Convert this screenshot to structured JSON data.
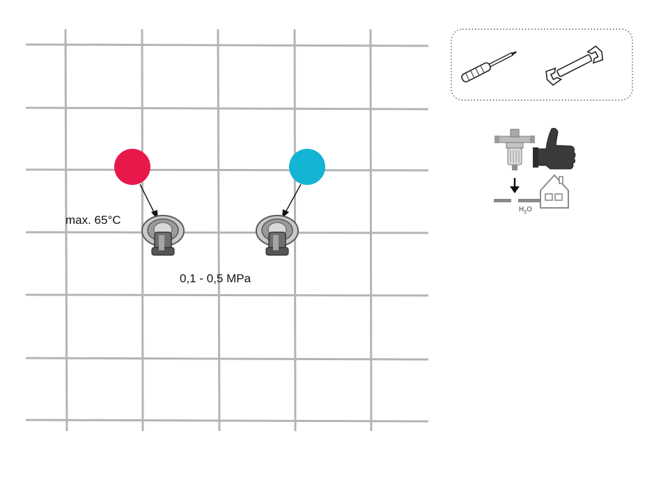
{
  "labels": {
    "max_temp": "max. 65°C",
    "pressure": "0,1 - 0,5 MPa",
    "h2o_prefix": "H",
    "h2o_subscript": "2",
    "h2o_suffix": "O"
  },
  "markers": {
    "hot": {
      "meaning": "hot water",
      "color": "#e8194a"
    },
    "cold": {
      "meaning": "cold water",
      "color": "#14b4d4"
    }
  },
  "colors": {
    "tile_grout": "#b4b4b4",
    "icon_gray": "#8a8a8a",
    "icon_dark": "#3a3a3a",
    "dotted_border": "#555555"
  },
  "tools": [
    "screwdriver-icon",
    "wrench-icon"
  ]
}
